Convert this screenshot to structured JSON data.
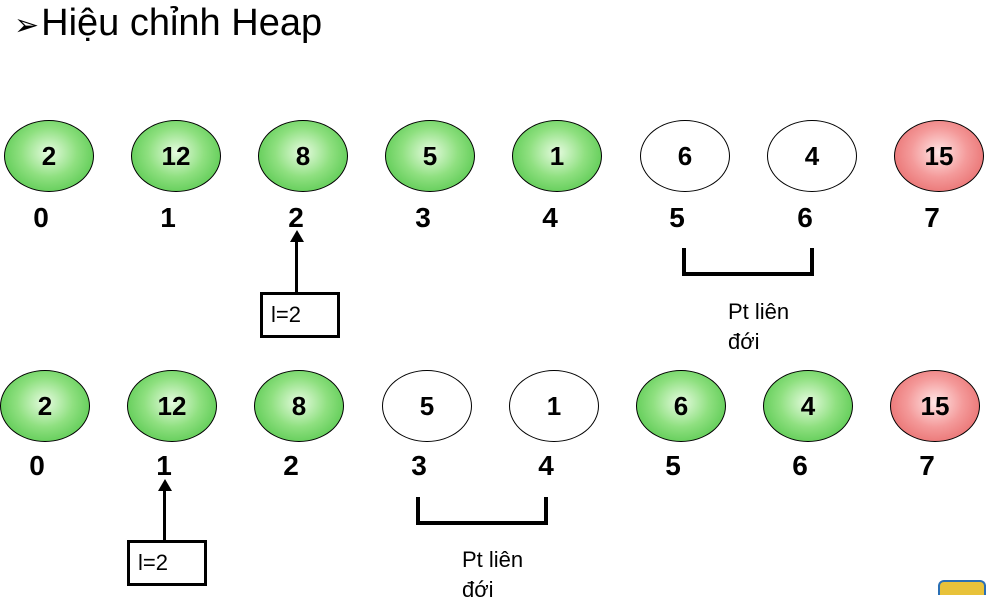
{
  "title": {
    "bullet": "➢",
    "text": "Hiệu chỉnh Heap"
  },
  "rows": [
    {
      "nodes": [
        {
          "value": "2",
          "color": "green"
        },
        {
          "value": "12",
          "color": "green"
        },
        {
          "value": "8",
          "color": "green"
        },
        {
          "value": "5",
          "color": "green"
        },
        {
          "value": "1",
          "color": "green"
        },
        {
          "value": "6",
          "color": "white"
        },
        {
          "value": "4",
          "color": "white"
        },
        {
          "value": "15",
          "color": "red"
        }
      ],
      "indices": [
        "0",
        "1",
        "2",
        "3",
        "4",
        "5",
        "6",
        "7"
      ],
      "pointer_label": "l=2",
      "note_line1": "Pt liên",
      "note_line2": "đới"
    },
    {
      "nodes": [
        {
          "value": "2",
          "color": "green"
        },
        {
          "value": "12",
          "color": "green"
        },
        {
          "value": "8",
          "color": "green"
        },
        {
          "value": "5",
          "color": "white"
        },
        {
          "value": "1",
          "color": "white"
        },
        {
          "value": "6",
          "color": "green"
        },
        {
          "value": "4",
          "color": "green"
        },
        {
          "value": "15",
          "color": "red"
        }
      ],
      "indices": [
        "0",
        "1",
        "2",
        "3",
        "4",
        "5",
        "6",
        "7"
      ],
      "pointer_label": "l=2",
      "note_line1": "Pt liên",
      "note_line2": "đới"
    }
  ],
  "colors": {
    "green": "#3fbe3a",
    "white": "#ffffff",
    "red": "#e35a5a"
  }
}
